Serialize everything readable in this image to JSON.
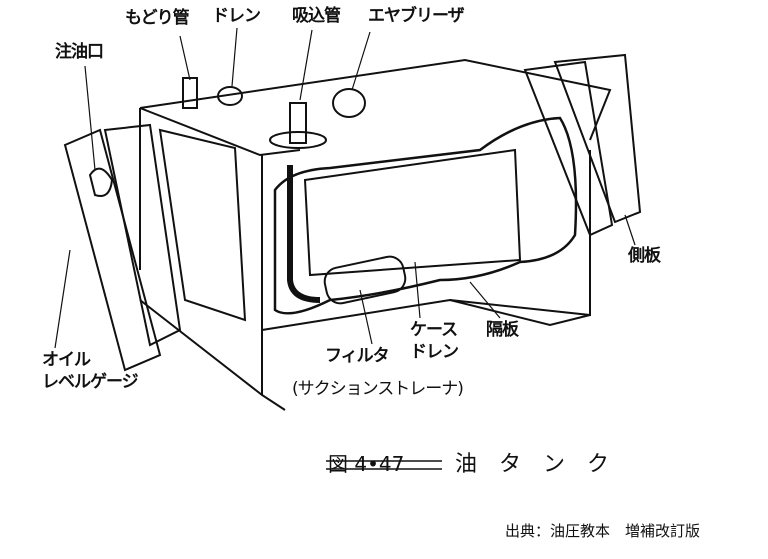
{
  "labels": {
    "return_pipe": "もどり管",
    "drain_top": "ドレン",
    "suction_pipe": "吸込管",
    "air_breather": "エヤブリーザ",
    "oil_inlet": "注油口",
    "side_plate": "側板",
    "baffle": "隔板",
    "case_drain_1": "ケース",
    "case_drain_2": "ドレン",
    "filter": "フィルタ",
    "suction_strainer": "(サクションストレーナ)",
    "oil_level_1": "オイル",
    "oil_level_2": "レベルゲージ"
  },
  "caption": {
    "figure_number": "図 4•47",
    "title": "油　タ　ン　ク"
  },
  "source": "出典：油圧教本　増補改訂版"
}
